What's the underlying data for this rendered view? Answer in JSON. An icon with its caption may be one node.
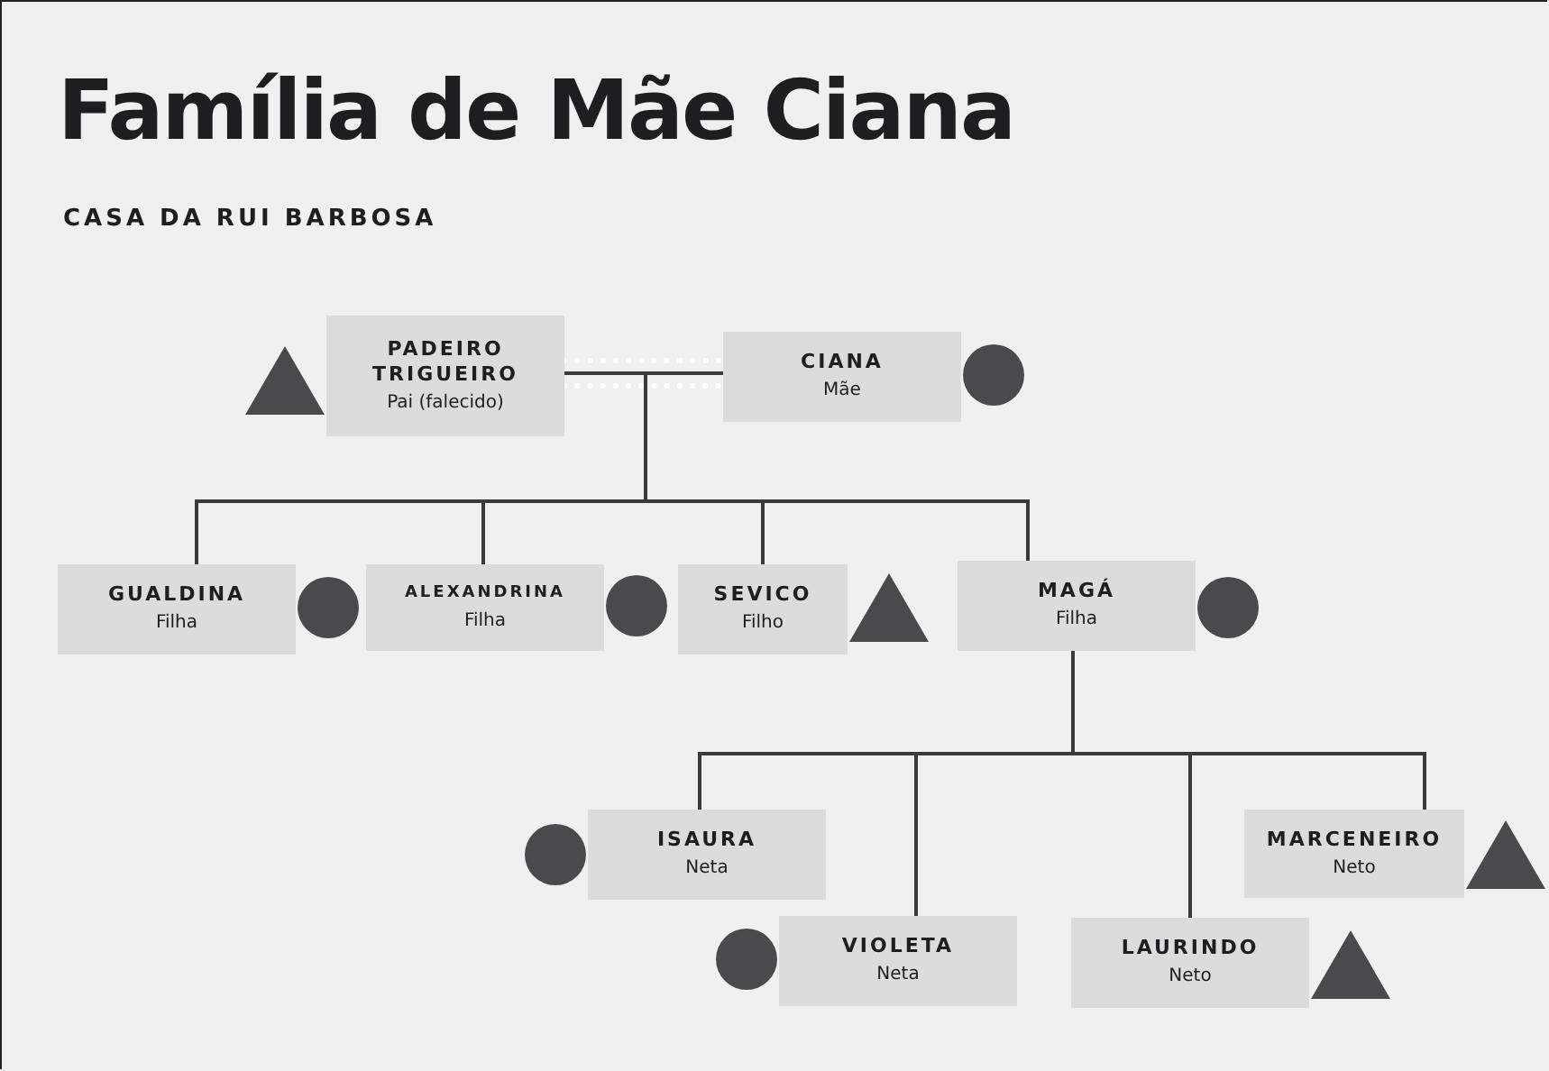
{
  "diagram": {
    "title": "Família de Mãe Ciana",
    "nodes": [
      {
        "text": [
          "PADEIRO TRIGUEIRO",
          "Pai (falecido)"
        ]
      },
      {
        "text": [],
        "shape": "triangle"
      },
      {
        "text": [
          "CIANA",
          "Mãe"
        ]
      },
      {
        "text": [],
        "shape": "circle"
      },
      {
        "text": [
          "GUALDINA",
          "Filha"
        ]
      },
      {
        "text": [],
        "shape": "circle"
      },
      {
        "text": [
          "ALEXANDRINA",
          "Filha"
        ]
      },
      {
        "text": [],
        "shape": "circle"
      },
      {
        "text": [
          "SEVICO",
          "Filho"
        ]
      },
      {
        "text": [],
        "shape": "triangle"
      },
      {
        "text": [
          "MAGÁ",
          "Filha"
        ]
      },
      {
        "text": [],
        "shape": "circle"
      },
      {
        "text": [],
        "shape": "circle"
      },
      {
        "text": [
          "ISAURA",
          "Neta"
        ]
      },
      {
        "text": [
          "MARCENEIRO",
          "Neto"
        ]
      },
      {
        "text": [],
        "shape": "triangle"
      },
      {
        "text": [],
        "shape": "circle"
      },
      {
        "text": [
          "VIOLETA",
          "Neta"
        ]
      },
      {
        "text": [
          "LAURINDO",
          "Neto"
        ]
      },
      {
        "text": [],
        "shape": "triangle"
      }
    ],
    "edges": [
      {
        "from": 0,
        "to": 2,
        "arrow": "none",
        "style": "dashed",
        "color": "#ffffff"
      },
      {
        "from": 0,
        "to": 4,
        "arrow": "none"
      },
      {
        "from": 2,
        "to": 4,
        "arrow": "none"
      },
      {
        "from": 0,
        "to": 6,
        "arrow": "none"
      },
      {
        "from": 2,
        "to": 6,
        "arrow": "none"
      },
      {
        "from": 0,
        "to": 8,
        "arrow": "none"
      },
      {
        "from": 2,
        "to": 8,
        "arrow": "none"
      },
      {
        "from": 0,
        "to": 10,
        "arrow": "none"
      },
      {
        "from": 2,
        "to": 10,
        "arrow": "none"
      },
      {
        "from": 10,
        "to": 13,
        "arrow": "none"
      },
      {
        "from": 10,
        "to": 17,
        "arrow": "none"
      },
      {
        "from": 10,
        "to": 18,
        "arrow": "none"
      },
      {
        "from": 10,
        "to": 14,
        "arrow": "none"
      }
    ],
    "labels": [
      "CASA DA RUI BARBOSA"
    ]
  }
}
